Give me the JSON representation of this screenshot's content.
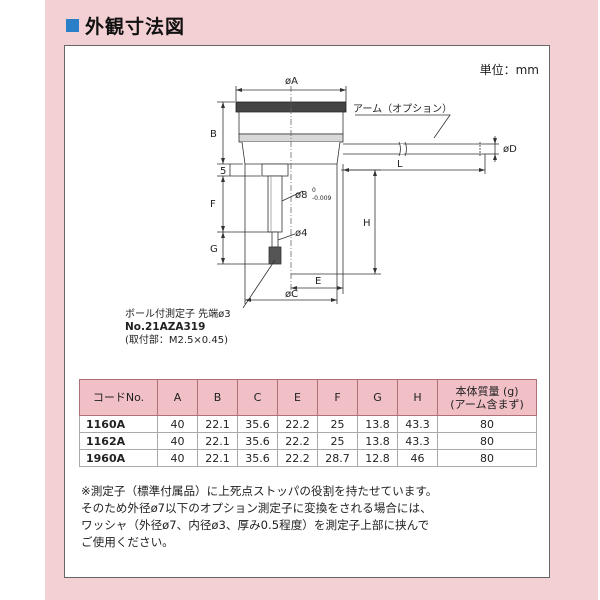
{
  "section_title": "外観寸法図",
  "unit_label": "単位：mm",
  "drawing": {
    "dims": {
      "A": "øA",
      "B": "B",
      "C": "øC",
      "D": "øD",
      "E": "E",
      "F": "F",
      "G": "G",
      "H": "H",
      "L": "L",
      "five": "5",
      "stem": "ø8",
      "stem_tol_upper": "0",
      "stem_tol_lower": "-0.009",
      "tip": "ø4"
    },
    "arm_label": "アーム（オプション）",
    "probe_label": "ボール付測定子  先端ø3",
    "probe_code": "No.21AZA319",
    "probe_thread": "(取付部：M2.5×0.45)"
  },
  "table": {
    "headers": [
      "コードNo.",
      "A",
      "B",
      "C",
      "E",
      "F",
      "G",
      "H"
    ],
    "weight_header_line1": "本体質量 (g)",
    "weight_header_line2": "(アーム含まず)",
    "rows": [
      [
        "1160A",
        "40",
        "22.1",
        "35.6",
        "22.2",
        "25",
        "13.8",
        "43.3",
        "80"
      ],
      [
        "1162A",
        "40",
        "22.1",
        "35.6",
        "22.2",
        "25",
        "13.8",
        "43.3",
        "80"
      ],
      [
        "1960A",
        "40",
        "22.1",
        "35.6",
        "22.2",
        "28.7",
        "12.8",
        "46",
        "80"
      ]
    ]
  },
  "footnote": [
    "※測定子（標準付属品）に上死点ストッパの役割を持たせています。",
    "そのため外径ø7以下のオプション測定子に変換をされる場合には、",
    "ワッシャ（外径ø7、内径ø3、厚み0.5程度）を測定子上部に挟んで",
    "ご使用ください。"
  ]
}
